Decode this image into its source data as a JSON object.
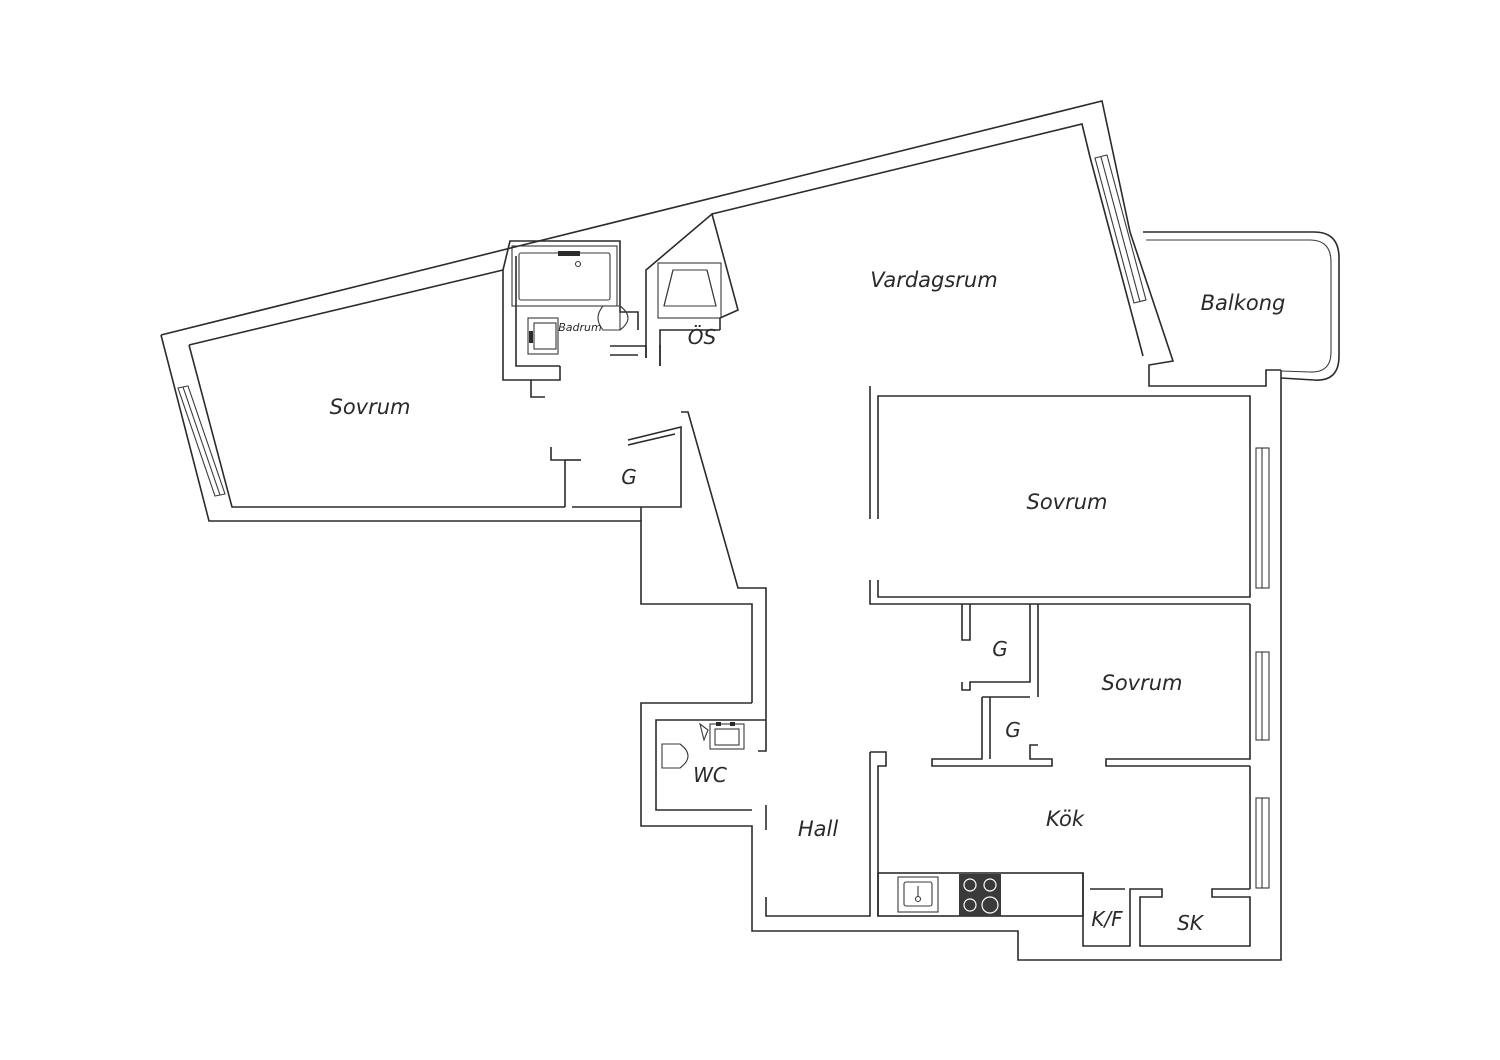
{
  "rooms": {
    "sovrum_west": "Sovrum",
    "badrum": "Badrum",
    "os": "ÖS",
    "vardagsrum": "Vardagsrum",
    "balkong": "Balkong",
    "g_west": "G",
    "sovrum_east": "Sovrum",
    "g_upper": "G",
    "sovrum_middle": "Sovrum",
    "g_lower": "G",
    "wc": "WC",
    "hall": "Hall",
    "kok": "Kök",
    "kf": "K/F",
    "sk": "SK"
  },
  "colors": {
    "wall": "#2b2b2b",
    "hob": "#3a3a3a",
    "background": "#ffffff"
  }
}
